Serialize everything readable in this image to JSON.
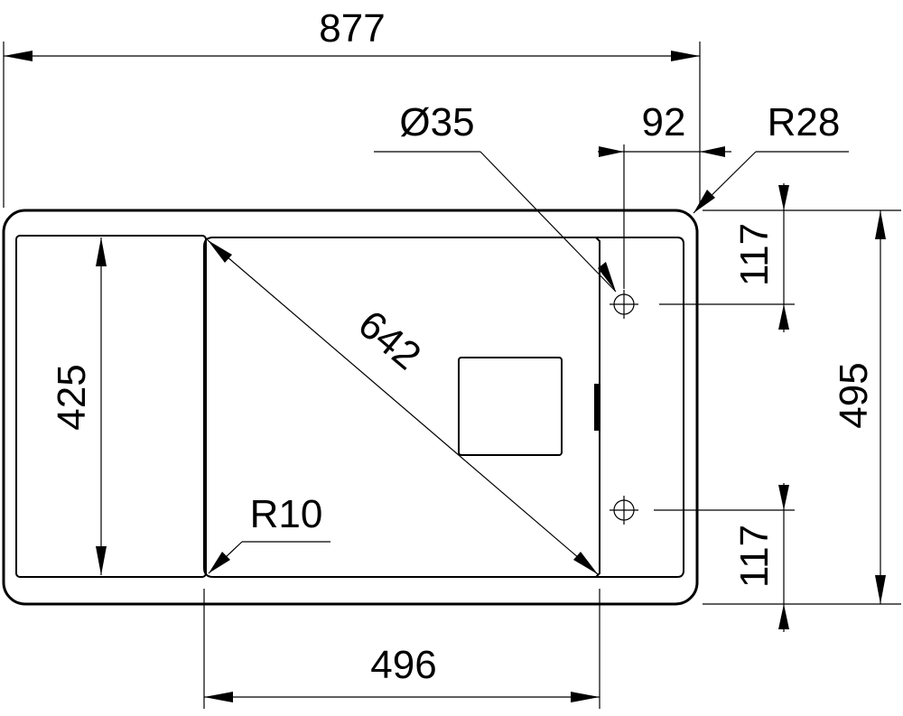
{
  "drawing": {
    "dimensions": {
      "overall_width": "877",
      "overall_height": "495",
      "drainer_length": "425",
      "bowl_diagonal": "642",
      "bowl_width": "496",
      "tap_hole_diameter": "Ø35",
      "tap_hole_offset": "92",
      "corner_radius_outer": "R28",
      "corner_radius_bowl": "R10",
      "tap_hole_top_offset": "117",
      "tap_hole_bottom_offset": "117"
    }
  }
}
